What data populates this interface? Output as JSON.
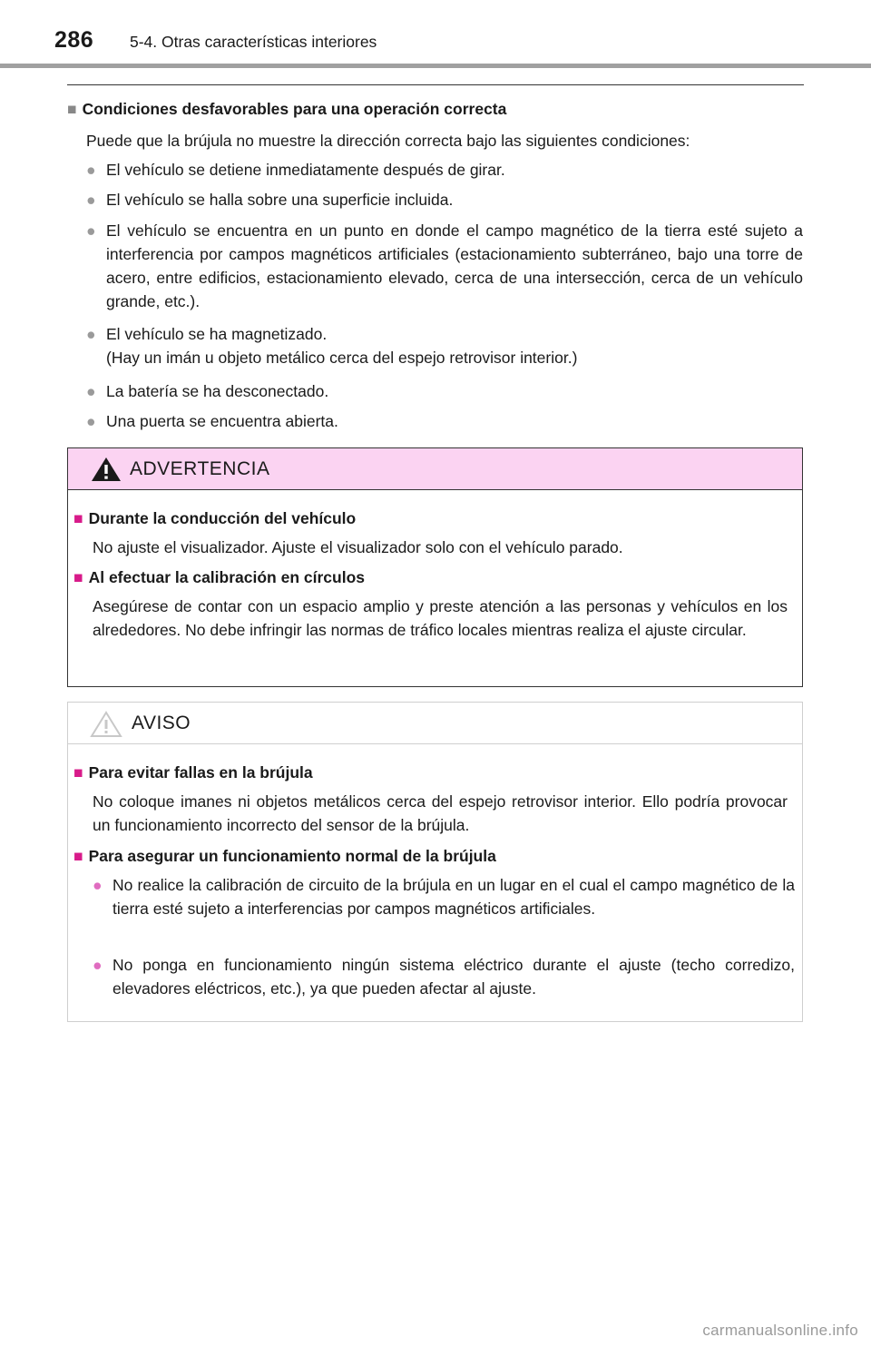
{
  "header": {
    "page_number": "286",
    "section_title": "5-4. Otras características interiores"
  },
  "main": {
    "heading": "Condiciones desfavorables para una operación correcta",
    "intro": "Puede que la brújula no muestre la dirección correcta bajo las siguientes condiciones:",
    "bullets": [
      "El vehículo se detiene inmediatamente después de girar.",
      "El vehículo se halla sobre una superficie incluida.",
      "El vehículo se encuentra en un punto en donde el campo magnético de la tierra esté sujeto a interferencia por campos magnéticos artificiales (estacionamiento subterráneo, bajo una torre de acero, entre edificios, estacionamiento elevado, cerca de una intersección, cerca de un vehículo grande, etc.).",
      "El vehículo se ha magnetizado.",
      "La batería se ha desconectado.",
      "Una puerta se encuentra abierta."
    ],
    "bullet_4_note": "(Hay un imán u objeto metálico cerca del espejo retrovisor interior.)"
  },
  "warning": {
    "title": "ADVERTENCIA",
    "sections": [
      {
        "heading": "Durante la conducción del vehículo",
        "text": "No ajuste el visualizador. Ajuste el visualizador solo con el vehículo parado."
      },
      {
        "heading": "Al efectuar la calibración en círculos",
        "text": "Asegúrese de contar con un espacio amplio y preste atención a las personas y vehículos en los alrededores. No debe infringir las normas de tráfico locales mientras realiza el ajuste circular."
      }
    ]
  },
  "notice": {
    "title": "AVISO",
    "sections": [
      {
        "heading": "Para evitar fallas en la brújula",
        "text": "No coloque imanes ni objetos metálicos cerca del espejo retrovisor interior. Ello podría provocar un funcionamiento incorrecto del sensor de la brújula."
      },
      {
        "heading": "Para asegurar un funcionamiento normal de la brújula",
        "bullets": [
          "No realice la calibración de circuito de la brújula en un lugar en el cual el campo magnético de la tierra esté sujeto a interferencias por campos magnéticos artificiales.",
          "No ponga en funcionamiento ningún sistema eléctrico durante el ajuste (techo corredizo, elevadores eléctricos, etc.), ya que pueden afectar al ajuste."
        ]
      }
    ]
  },
  "watermark": "carmanualsonline.info",
  "symbols": {
    "square": "■",
    "dot": "●"
  },
  "colors": {
    "warning_header_bg": "#fbd3f2",
    "accent_magenta": "#d81b8a"
  }
}
